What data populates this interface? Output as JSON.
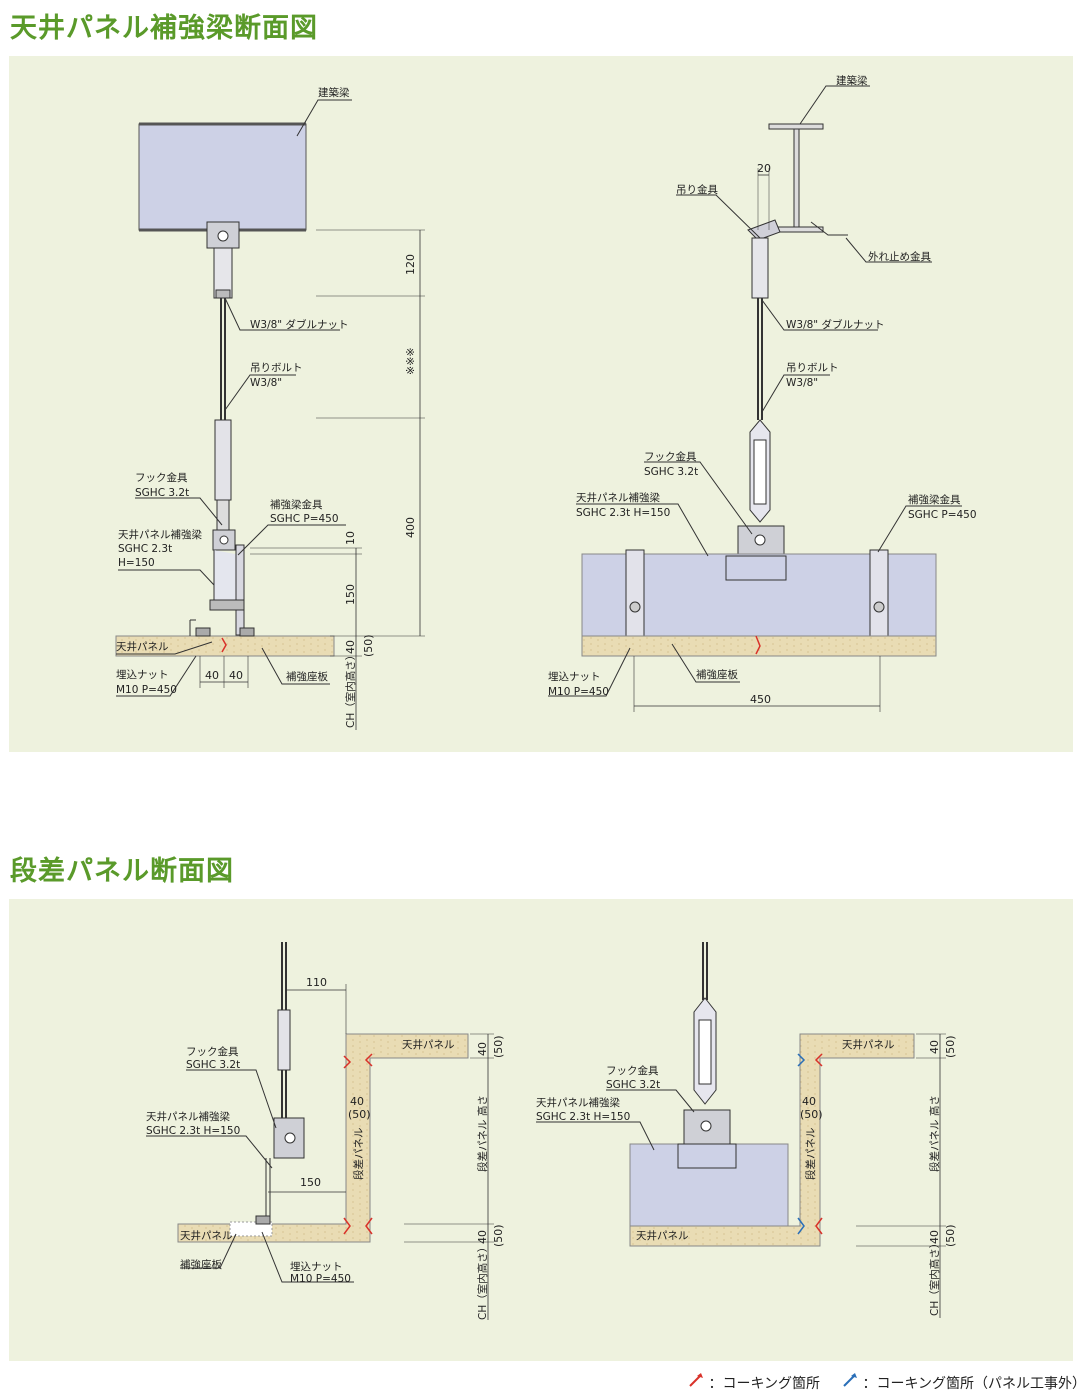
{
  "sections": [
    {
      "title": "天井パネル補強梁断面図"
    },
    {
      "title": "段差パネル断面図"
    }
  ],
  "labels": {
    "kenchikuhari": "建築梁",
    "w38_double_nut": "W3/8\" ダブルナット",
    "tsuri_bolt": "吊りボルト",
    "w38": "W3/8\"",
    "hook": "フック金具",
    "sghc32": "SGHC 3.2t",
    "panel_beam": "天井パネル補強梁",
    "sghc23": "SGHC 2.3t",
    "h150": "H=150",
    "sghc23_h150": "SGHC 2.3t H=150",
    "beam_fitting": "補強梁金具",
    "sghc_p450": "SGHC P=450",
    "ceiling_panel": "天井パネル",
    "embed_nut": "埋込ナット",
    "m10": "M10 P=450",
    "reinforce_plate": "補強座板",
    "hanger": "吊り金具",
    "stopper": "外れ止め金具",
    "step_panel": "段差パネル",
    "step_panel_height": "段差パネル 高さ",
    "ch": "CH（室内高さ）"
  },
  "dims": {
    "d120": "120",
    "dstar": "※※※",
    "d400": "400",
    "d10": "10",
    "d150": "150",
    "d40": "40",
    "d50p": "(50)",
    "d20": "20",
    "d450": "450",
    "d110": "110"
  },
  "legend": [
    {
      "text": "：コーキング箇所",
      "color": "#d9322a"
    },
    {
      "text": "：コーキング箇所（パネル工事外）",
      "color": "#2a6fb8"
    }
  ]
}
